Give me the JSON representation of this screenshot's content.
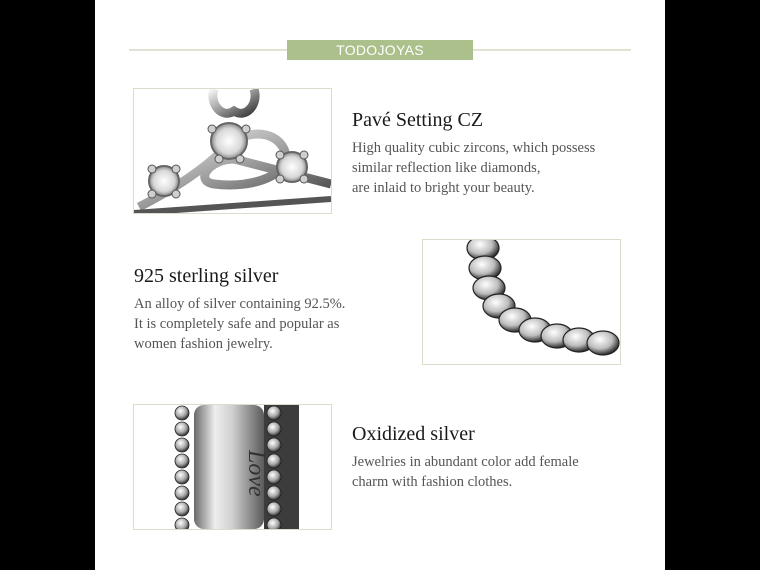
{
  "header": {
    "brand": "TODOJOYAS",
    "accent_color": "#abc08b",
    "rule_color": "#dfe3d3"
  },
  "features": [
    {
      "title": "Pavé Setting CZ",
      "lines": [
        "High quality cubic zircons, which possess",
        "similar reflection like diamonds,",
        "are inlaid to bright your beauty."
      ],
      "image": "crown-zircon-image"
    },
    {
      "title": "925 sterling silver",
      "lines": [
        "An alloy of silver containing 92.5%.",
        "It is completely safe and popular as",
        "women fashion jewelry."
      ],
      "image": "beaded-silver-ring-image"
    },
    {
      "title": "Oxidized silver",
      "lines": [
        "Jewelries in abundant color add female",
        "charm with fashion clothes."
      ],
      "image": "oxidized-engraved-charm-image"
    }
  ]
}
